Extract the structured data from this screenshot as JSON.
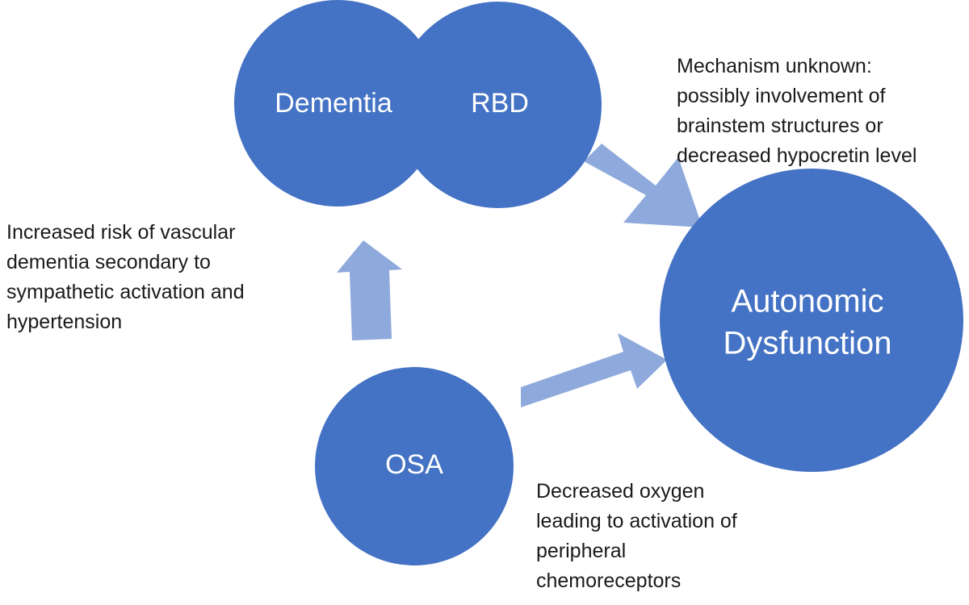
{
  "colors": {
    "node_fill": "#4472c4",
    "arrow_fill": "#8ea9db",
    "node_text": "#ffffff",
    "annotation_text": "#1a1a1a"
  },
  "nodes": {
    "dementia": {
      "label": "Dementia"
    },
    "rbd": {
      "label": "RBD"
    },
    "osa": {
      "label": "OSA"
    },
    "autonomic": {
      "lines": [
        "Autonomic",
        "Dysfunction"
      ]
    }
  },
  "annotations": {
    "mechanism": {
      "lines": [
        "Mechanism unknown:",
        "possibly involvement of",
        "brainstem structures or",
        "decreased hypocretin level"
      ]
    },
    "vascular": {
      "lines": [
        "Increased risk of vascular",
        "dementia secondary to",
        "sympathetic activation and",
        "hypertension"
      ]
    },
    "oxygen": {
      "lines": [
        "Decreased oxygen",
        "leading to activation of",
        "peripheral",
        "chemoreceptors"
      ]
    }
  }
}
